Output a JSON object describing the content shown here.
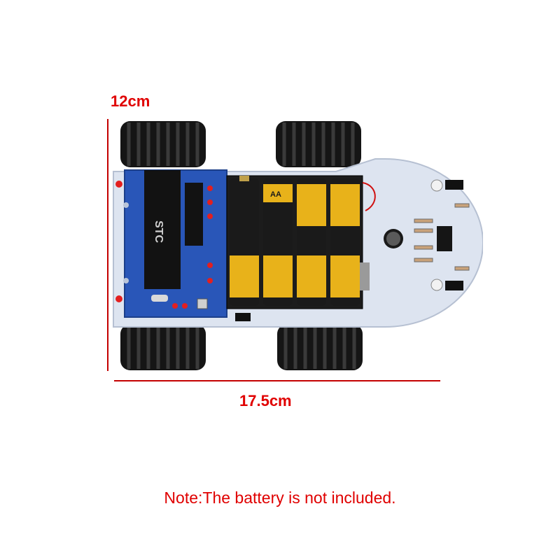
{
  "dimensions": {
    "height": "12cm",
    "width": "17.5cm"
  },
  "note": "Note:The battery is not included.",
  "product": {
    "chip_label": "STC",
    "battery_label": "AA"
  },
  "colors": {
    "annotation": "#e00000",
    "pcb_blue": "#2956b8",
    "chassis": "#dde4f0",
    "tire": "#151515",
    "battery_gold": "#e8b21a"
  }
}
